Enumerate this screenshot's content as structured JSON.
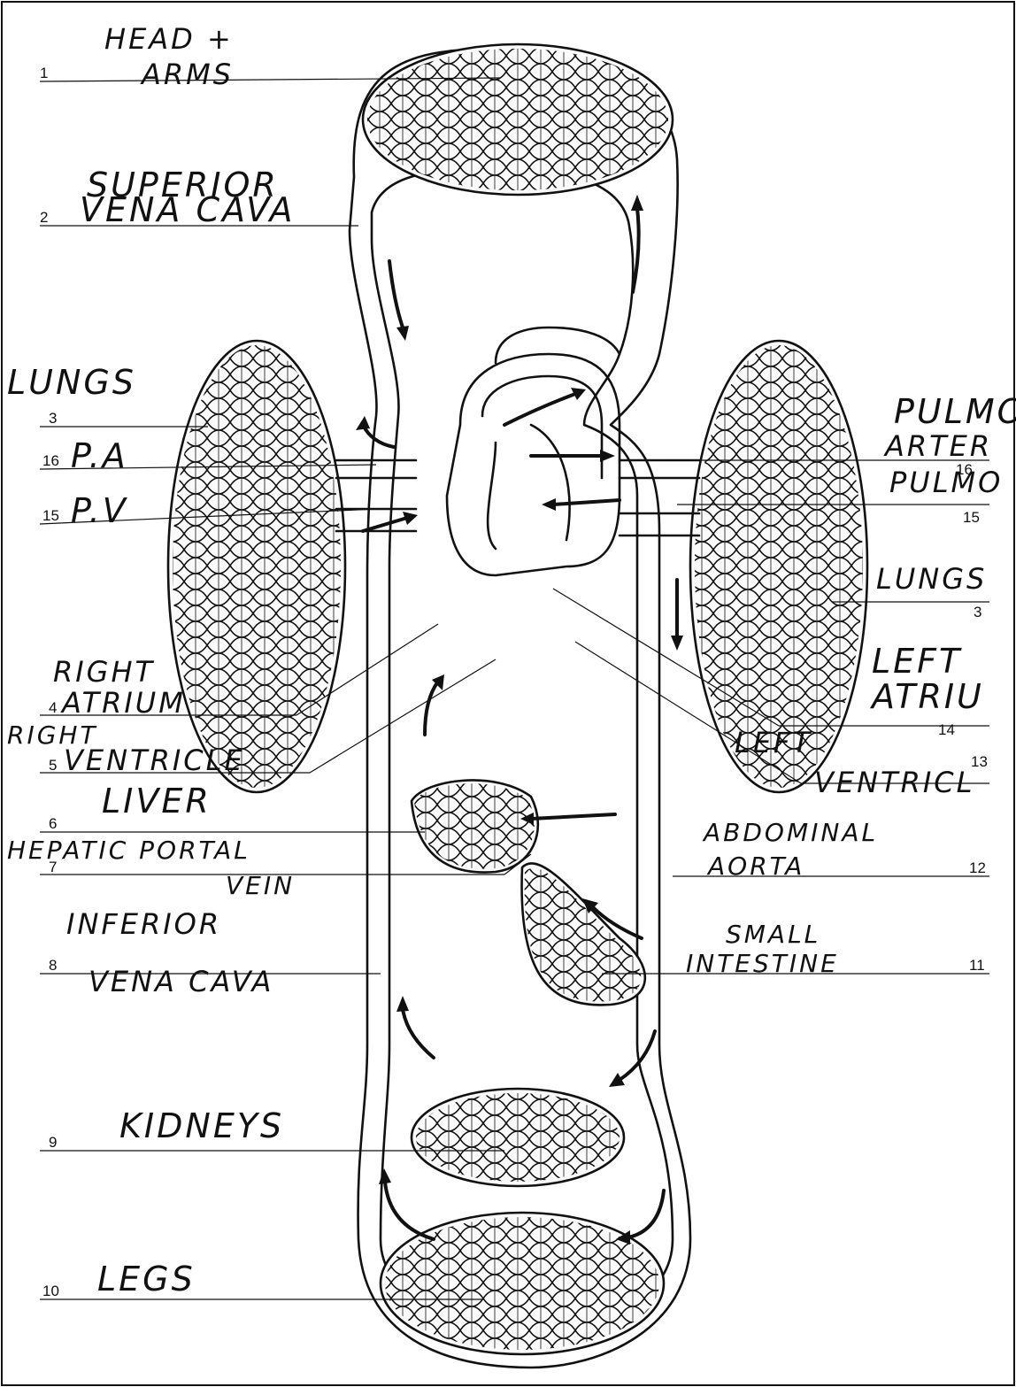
{
  "labels": {
    "head_arms": {
      "num": "1",
      "line1": "HEAD +",
      "line2": "ARMS"
    },
    "superior_vena_cava": {
      "num": "2",
      "line1": "SUPERIOR",
      "line2": "VENA CAVA"
    },
    "lungs_left": {
      "num": "3",
      "text": "LUNGS"
    },
    "pa": {
      "num": "16",
      "text": "P.A"
    },
    "pv": {
      "num": "15",
      "text": "P.V"
    },
    "right_atrium": {
      "num": "4",
      "line1": "RIGHT",
      "line2": "ATRIUM"
    },
    "right_ventricle": {
      "num": "5",
      "line1": "RIGHT",
      "line2": "VENTRICLE"
    },
    "liver": {
      "num": "6",
      "text": "LIVER"
    },
    "hepatic_portal_vein": {
      "num": "7",
      "line1": "HEPATIC PORTAL",
      "line2": "VEIN"
    },
    "inferior_vena_cava": {
      "num": "8",
      "line1": "INFERIOR",
      "line2": "VENA CAVA"
    },
    "kidneys": {
      "num": "9",
      "text": "KIDNEYS"
    },
    "legs": {
      "num": "10",
      "text": "LEGS"
    },
    "pulmonary_artery": {
      "num": "16",
      "line1": "PULMO",
      "line2": "ARTER"
    },
    "pulmonary_vein": {
      "num": "15",
      "text": "PULMO"
    },
    "lungs_right": {
      "num": "3",
      "text": "LUNGS"
    },
    "left_atrium": {
      "num": "14",
      "line1": "LEFT",
      "line2": "ATRIU"
    },
    "left_ventricle": {
      "num": "13",
      "line1": "LEFT",
      "line2": "VENTRICL"
    },
    "abdominal_aorta": {
      "num": "12",
      "line1": "ABDOMINAL",
      "line2": "AORTA"
    },
    "small_intestine": {
      "num": "11",
      "line1": "SMALL",
      "line2": "INTESTINE"
    }
  },
  "colors": {
    "ink": "#111111",
    "paper": "#ffffff",
    "organ_fill": "#fafafa"
  }
}
